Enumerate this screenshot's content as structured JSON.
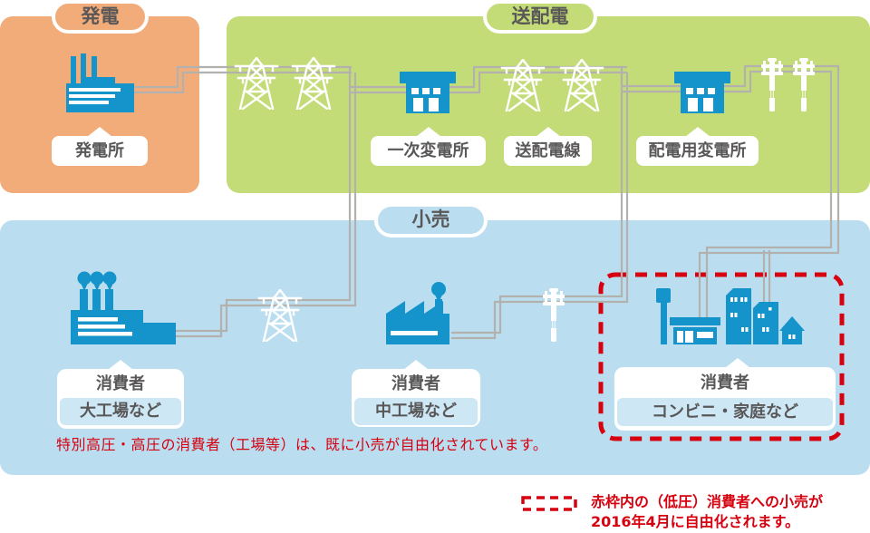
{
  "colors": {
    "generation_orange": "#F2AC79",
    "transmission_green": "#C3DC77",
    "retail_blue": "#BADEF0",
    "consumer_tint_blue": "#CDE7F5",
    "icon_blue": "#1494CA",
    "cable_gray": "#B3B1AE",
    "accent_red": "#D6000F",
    "label_text_gray": "#595757"
  },
  "icons": {
    "power_plant": "factory-with-chimneys",
    "transmission_tower": "lattice-pylon",
    "utility_pole": "pole-with-crossarms",
    "substation": "building-with-windows",
    "large_factory": "factory-with-smoke",
    "medium_factory": "sawtooth-factory-with-smoke",
    "store_homes": "shop-sign-buildings-house"
  },
  "sections": {
    "generation": {
      "pill": "発電",
      "station": "発電所"
    },
    "transmission": {
      "pill": "送配電",
      "primary_substation": "一次変電所",
      "line": "送配電線",
      "distribution_substation": "配電用変電所"
    },
    "retail": {
      "pill": "小売",
      "consumers": [
        {
          "title": "消費者",
          "type": "大工場など"
        },
        {
          "title": "消費者",
          "type": "中工場など"
        },
        {
          "title": "消費者",
          "type": "コンビニ・家庭など"
        }
      ],
      "note": "特別高圧・高圧の消費者（工場等）は、既に小売が自由化されています。"
    }
  },
  "legend": {
    "line1": "赤枠内の（低圧）消費者への小売が",
    "line2": "2016年4月に自由化されます。"
  }
}
